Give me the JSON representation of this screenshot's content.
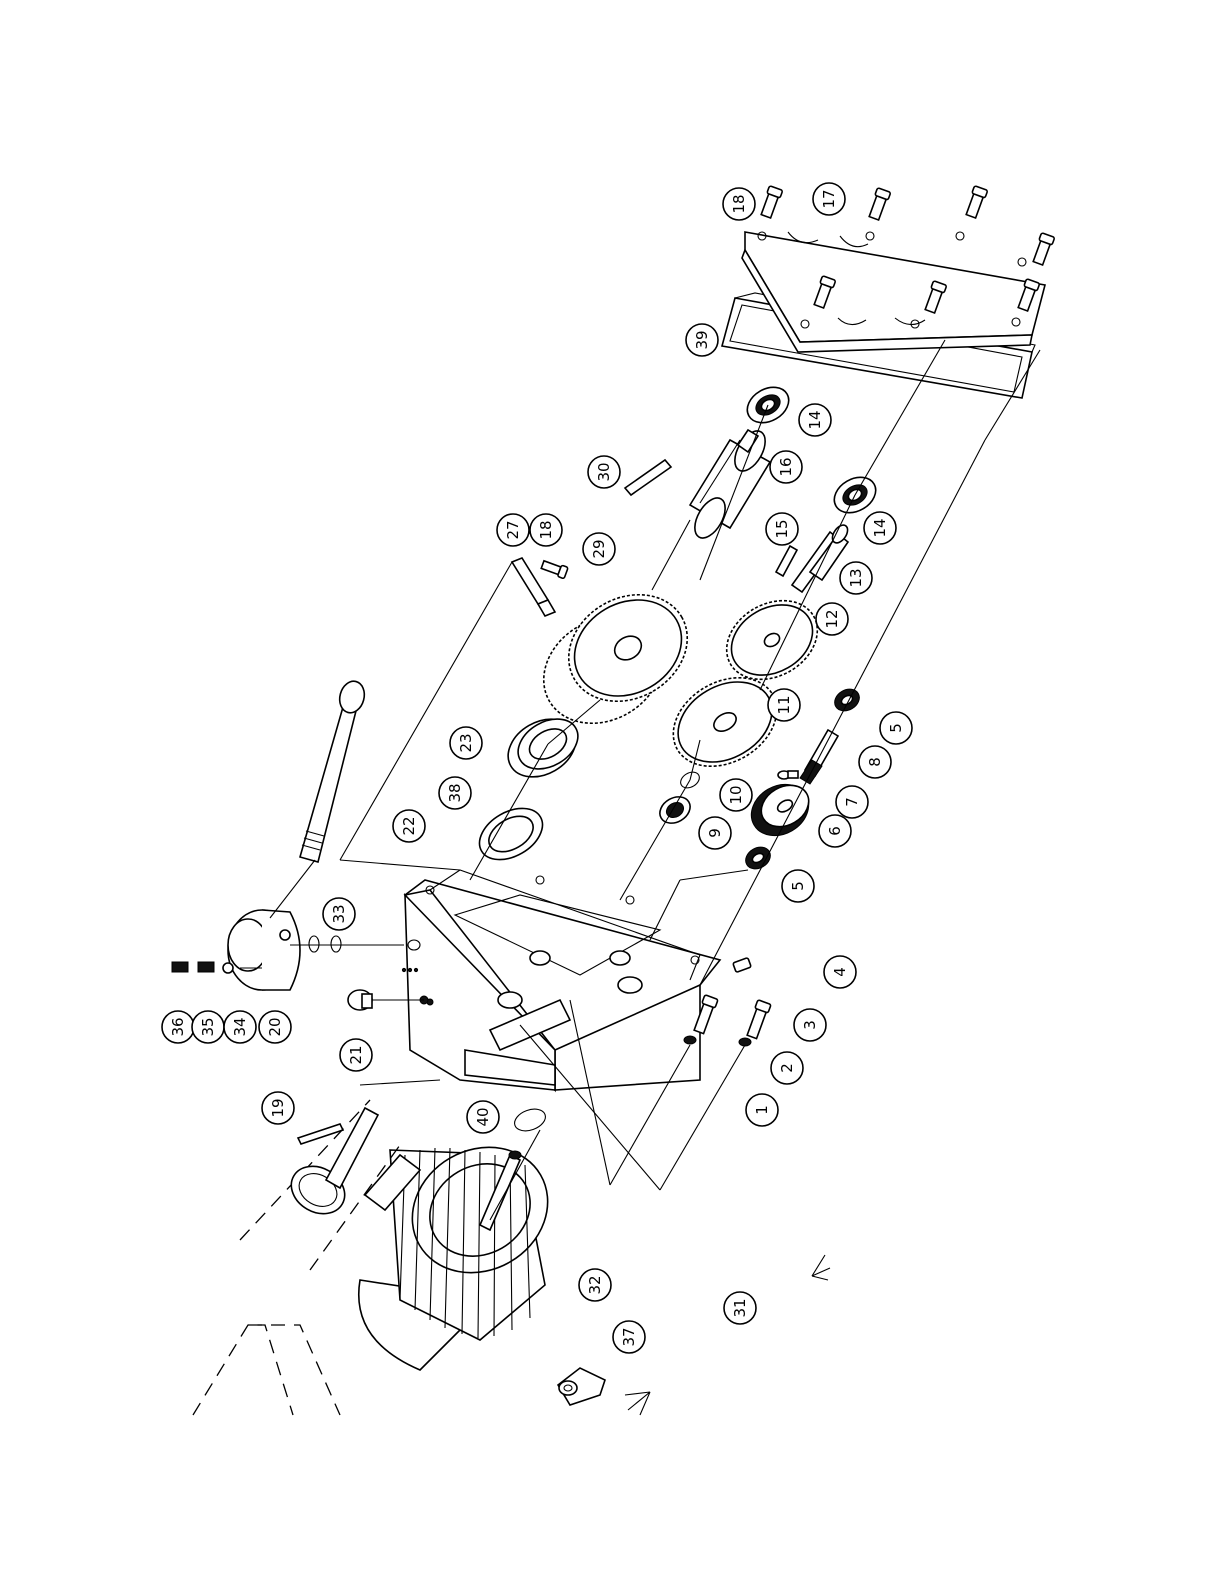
{
  "callouts": [
    {
      "id": "c18a",
      "label": "18"
    },
    {
      "id": "c17",
      "label": "17"
    },
    {
      "id": "c39",
      "label": "39"
    },
    {
      "id": "c14a",
      "label": "14"
    },
    {
      "id": "c30",
      "label": "30"
    },
    {
      "id": "c16",
      "label": "16"
    },
    {
      "id": "c27",
      "label": "27"
    },
    {
      "id": "c18b",
      "label": "18"
    },
    {
      "id": "c29",
      "label": "29"
    },
    {
      "id": "c15",
      "label": "15"
    },
    {
      "id": "c14b",
      "label": "14"
    },
    {
      "id": "c13",
      "label": "13"
    },
    {
      "id": "c12",
      "label": "12"
    },
    {
      "id": "c23",
      "label": "23"
    },
    {
      "id": "c11",
      "label": "11"
    },
    {
      "id": "c5a",
      "label": "5"
    },
    {
      "id": "c38",
      "label": "38"
    },
    {
      "id": "c22",
      "label": "22"
    },
    {
      "id": "c8",
      "label": "8"
    },
    {
      "id": "c10",
      "label": "10"
    },
    {
      "id": "c7",
      "label": "7"
    },
    {
      "id": "c9",
      "label": "9"
    },
    {
      "id": "c6",
      "label": "6"
    },
    {
      "id": "c5b",
      "label": "5"
    },
    {
      "id": "c33",
      "label": "33"
    },
    {
      "id": "c4",
      "label": "4"
    },
    {
      "id": "c36",
      "label": "36"
    },
    {
      "id": "c35",
      "label": "35"
    },
    {
      "id": "c34",
      "label": "34"
    },
    {
      "id": "c20",
      "label": "20"
    },
    {
      "id": "c21",
      "label": "21"
    },
    {
      "id": "c3",
      "label": "3"
    },
    {
      "id": "c2",
      "label": "2"
    },
    {
      "id": "c1",
      "label": "1"
    },
    {
      "id": "c19",
      "label": "19"
    },
    {
      "id": "c40",
      "label": "40"
    },
    {
      "id": "c32",
      "label": "32"
    },
    {
      "id": "c31",
      "label": "31"
    },
    {
      "id": "c37",
      "label": "37"
    }
  ]
}
